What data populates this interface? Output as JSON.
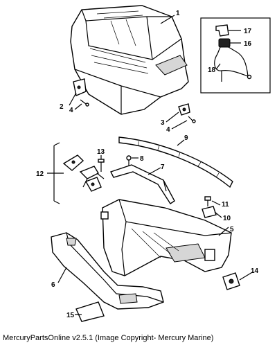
{
  "callouts": {
    "c1": "1",
    "c2": "2",
    "c3": "3",
    "c4a": "4",
    "c4b": "4",
    "c5": "5",
    "c6": "6",
    "c7": "7",
    "c8": "8",
    "c9": "9",
    "c10": "10",
    "c11": "11",
    "c12": "12",
    "c13": "13",
    "c14": "14",
    "c15": "15",
    "c16": "16",
    "c17": "17",
    "c18": "18"
  },
  "footer": {
    "caption": "MercuryPartsOnline v2.5.1 (Image Copyright- Mercury Marine)"
  }
}
